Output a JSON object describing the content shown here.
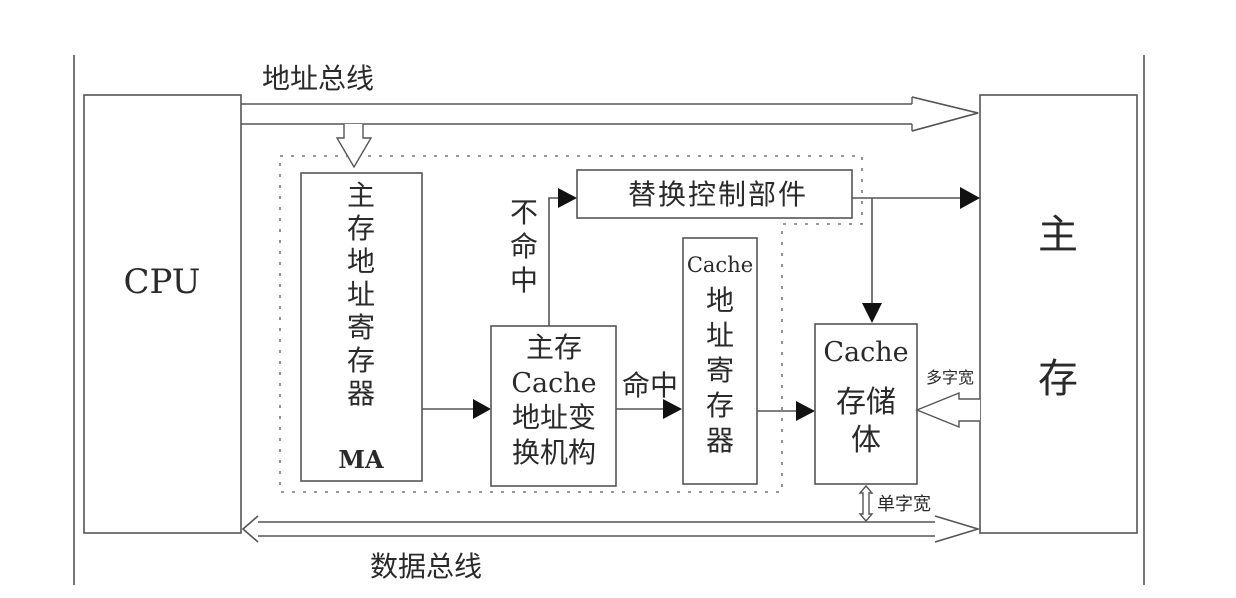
{
  "diagram": {
    "title": "Cache memory organization",
    "buses": {
      "address_bus": "地址总线",
      "data_bus": "数据总线"
    },
    "blocks": {
      "cpu": "CPU",
      "main_memory": [
        "主",
        "存"
      ],
      "ma_register": [
        "主",
        "存",
        "地",
        "址",
        "寄",
        "存",
        "器",
        "MA"
      ],
      "replacement_control": "替换控制部件",
      "translation_unit": [
        "主存",
        "Cache",
        "地址变",
        "换机构"
      ],
      "cache_addr_register": [
        "Cache",
        "地",
        "址",
        "寄",
        "存",
        "器"
      ],
      "cache_storage": [
        "Cache",
        "存储",
        "体"
      ]
    },
    "labels": {
      "miss": [
        "不",
        "命",
        "中"
      ],
      "hit": "命中",
      "multi_word": "多字宽",
      "single_word": "单字宽"
    }
  }
}
